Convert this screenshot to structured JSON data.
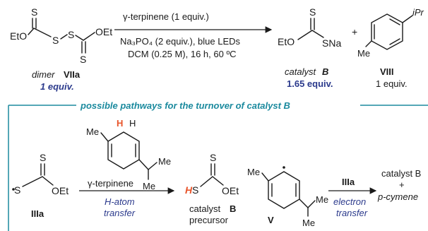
{
  "top_scheme": {
    "dimer_label": "dimer",
    "dimer_id": "VIIa",
    "dimer_equiv": "1 equiv.",
    "dimer_atoms": {
      "S1": "S",
      "S2": "S",
      "S3": "S",
      "S4": "S",
      "EtO": "EtO",
      "OEt": "OEt"
    },
    "conditions": {
      "line1": "γ-terpinene (1 equiv.)",
      "line2": "Na₃PO₄ (2 equiv.), blue LEDs",
      "line3": "DCM (0.25 M), 16 h, 60 ºC"
    },
    "catalyst": {
      "atoms": {
        "S_top": "S",
        "EtO": "EtO",
        "SNa": "SNa"
      },
      "label": "catalyst",
      "letter": "B",
      "equiv": "1.65 equiv."
    },
    "plus": "+",
    "product": {
      "atoms": {
        "Me": "Me",
        "iPr": "iPr"
      },
      "id": "VIII",
      "equiv": "1 equiv."
    }
  },
  "pathway_title": "possible pathways for the turnover of catalyst B",
  "bottom_scheme": {
    "radical": {
      "atoms": {
        "S_top": "S",
        "S_left": "S",
        "OEt": "OEt"
      },
      "id": "IIIa"
    },
    "terpinene": {
      "atoms": {
        "Me_top": "Me",
        "H_orange": "H",
        "H": "H",
        "Me1": "Me",
        "Me2": "Me"
      }
    },
    "arrow1_top": "γ-terpinene",
    "arrow1_bottom1": "H-atom",
    "arrow1_bottom2": "transfer",
    "precursor": {
      "atoms": {
        "S_top": "S",
        "H": "H",
        "S": "S",
        "OEt": "OEt"
      },
      "label_line1": "catalyst",
      "letter": "B",
      "label_line2": "precursor"
    },
    "radicalV": {
      "atoms": {
        "Me_top": "Me",
        "Me1": "Me",
        "Me2": "Me"
      },
      "id": "V"
    },
    "arrow2_top": "IIIa",
    "arrow2_bottom1": "electron",
    "arrow2_bottom2": "transfer",
    "result": {
      "line1": "catalyst B",
      "line2": "+",
      "line3": "p-cymene"
    }
  },
  "colors": {
    "navy": "#2b3a8c",
    "teal": "#1b8a9e",
    "orange": "#e8552b"
  }
}
